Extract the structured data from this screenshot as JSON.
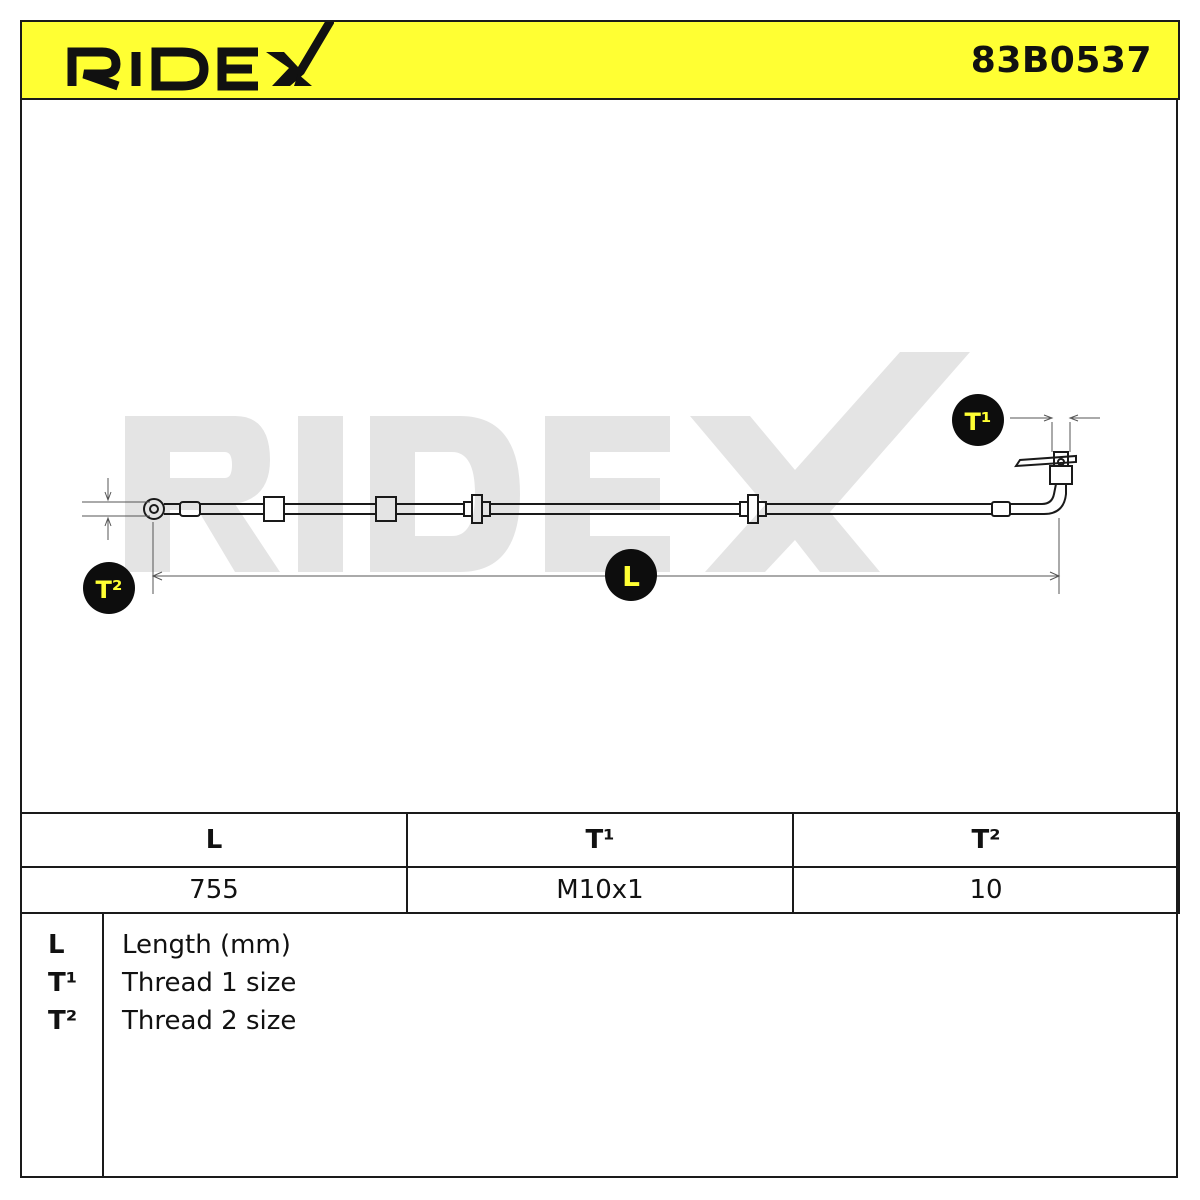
{
  "brand": {
    "name": "RIDEX",
    "colors": {
      "header_bg": "#ffff33",
      "ink": "#111111",
      "watermark": "#e4e4e4",
      "badge_text": "#ffff33"
    }
  },
  "header": {
    "part_number": "83B0537"
  },
  "diagram": {
    "badges": {
      "t1": "T¹",
      "t2": "T²",
      "l": "L"
    }
  },
  "table": {
    "headers": [
      "L",
      "T¹",
      "T²"
    ],
    "values": [
      "755",
      "M10x1",
      "10"
    ]
  },
  "legend": {
    "items": [
      {
        "key": "L",
        "text": "Length (mm)"
      },
      {
        "key": "T¹",
        "text": "Thread 1 size"
      },
      {
        "key": "T²",
        "text": "Thread 2 size"
      }
    ]
  }
}
